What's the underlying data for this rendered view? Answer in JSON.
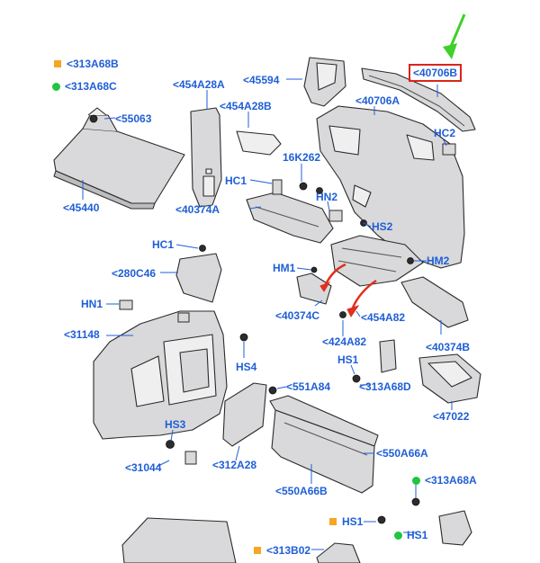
{
  "colors": {
    "label": "#1f5fd6",
    "highlight_box": "#d9251d",
    "pointer_arrow": "#3fd12a",
    "flow_arrow": "#e0301e",
    "legend_square": "#f5a623",
    "legend_dot": "#22c442",
    "part_fill": "#d9d9db",
    "part_stroke": "#2a2a2a"
  },
  "legend": [
    {
      "marker": "square",
      "code": "313A68B"
    },
    {
      "marker": "dot",
      "code": "313A68C"
    }
  ],
  "highlight": {
    "code": "40706B",
    "marker": "green-arrow"
  },
  "labels": {
    "c55063": "55063",
    "c45440": "45440",
    "c454A28A": "454A28A",
    "c45594": "45594",
    "c454A28B": "454A28B",
    "c40706B": "40706B",
    "c40706A": "40706A",
    "cHC2": "HC2",
    "c16K262": "16K262",
    "cHC1a": "HC1",
    "cHN2": "HN2",
    "c40374A_1": "40374A",
    "cHS2": "HS2",
    "cHC1b": "HC1",
    "cHM1": "HM1",
    "cHM2": "HM2",
    "c280C46": "280C46",
    "cHN1": "HN1",
    "c40374C": "40374C",
    "c454A82": "454A82",
    "c31148": "31148",
    "c424A82": "424A82",
    "c40374B": "40374B",
    "cHS4": "HS4",
    "cHS1a": "HS1",
    "c551A84": "551A84",
    "c313A68D": "313A68D",
    "cHS3": "HS3",
    "c47022": "47022",
    "c31044": "31044",
    "c312A28": "312A28",
    "c550A66A": "550A66A",
    "c550A66B": "550A66B",
    "c313A68A": "313A68A",
    "cHS1b": "HS1",
    "cHS1c": "HS1",
    "c313B02": "313B02"
  }
}
